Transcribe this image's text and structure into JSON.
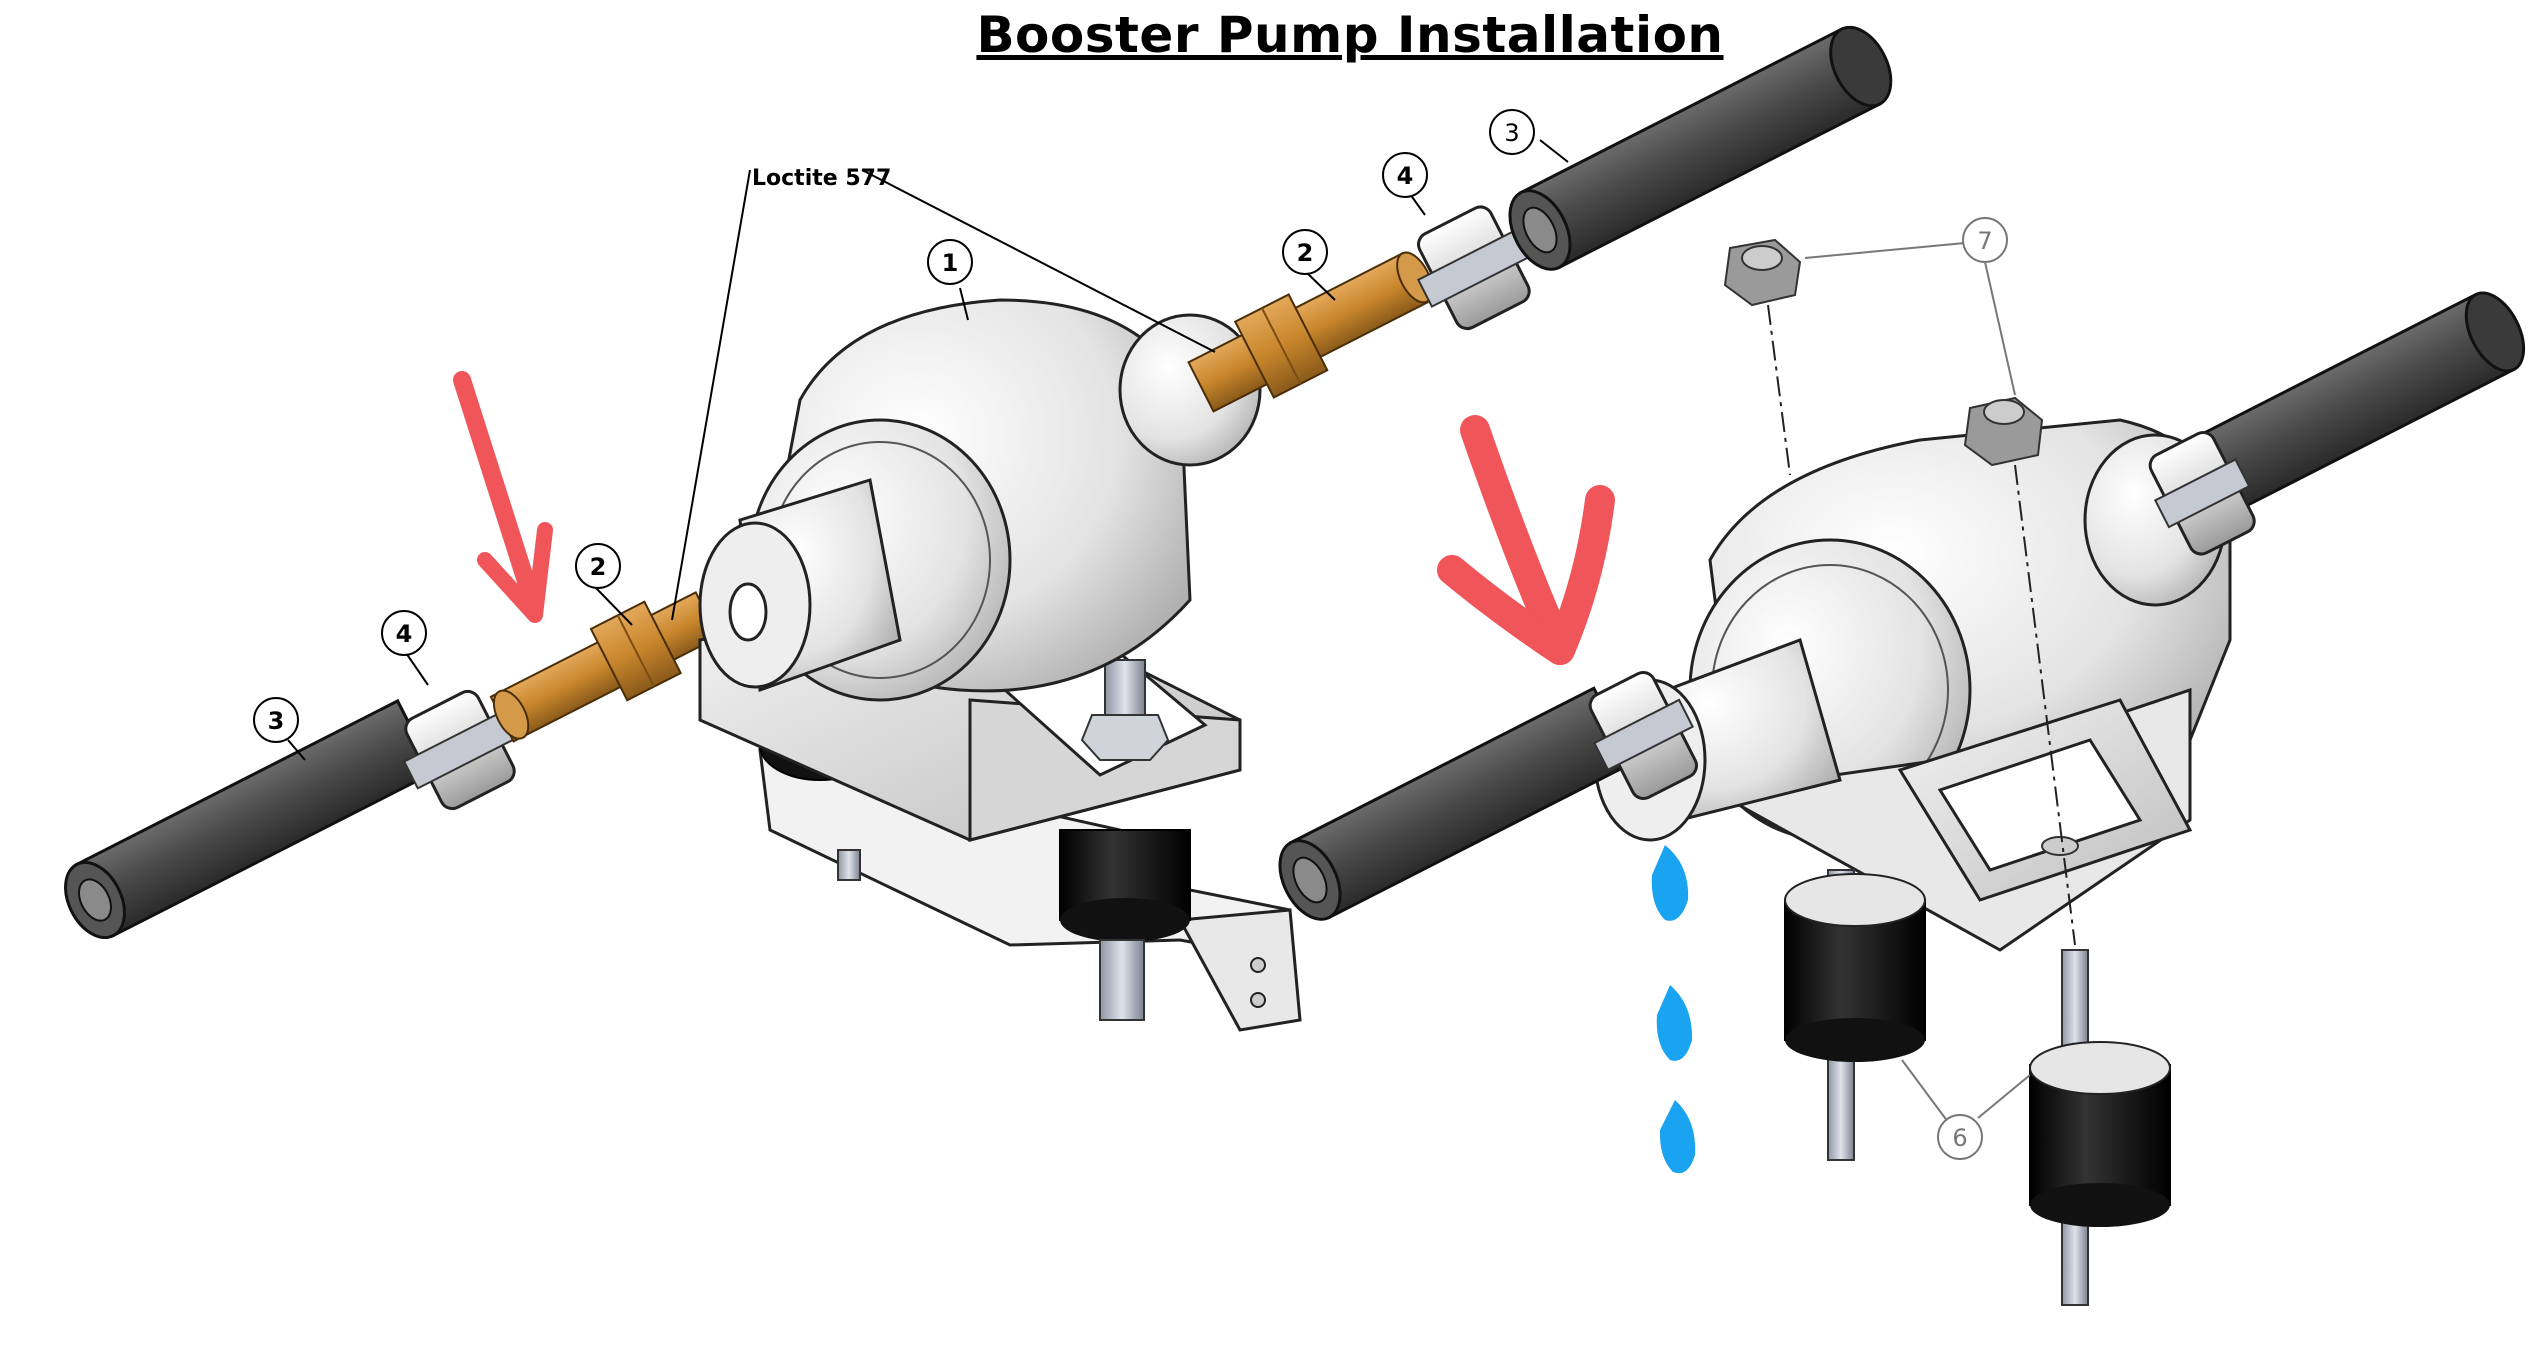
{
  "title": "Booster Pump Installation",
  "annotation": "Loctite 577",
  "callouts": {
    "c1": "1",
    "c2a": "2",
    "c2b": "2",
    "c3a": "3",
    "c3b": "3",
    "c4a": "4",
    "c4b": "4",
    "c6": "6",
    "c7": "7"
  },
  "colors": {
    "hose": "#4a4a4a",
    "brass": "#c8862c",
    "housing": "#e6e6e6",
    "rubber": "#111111",
    "arrow_mark": "#f0555a",
    "water_drop": "#1aa3f0"
  }
}
